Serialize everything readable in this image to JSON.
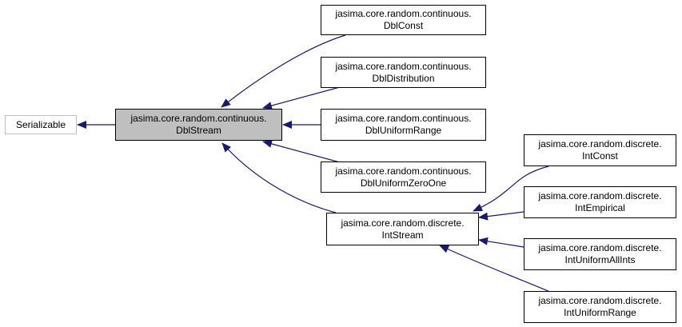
{
  "colors": {
    "edge": "#191970",
    "focus_fill": "#bfbfbf",
    "node_border": "#000000",
    "external_border": "#bfbfbf"
  },
  "nodes": {
    "serializable": {
      "line1": "Serializable",
      "line2": ""
    },
    "dblstream": {
      "line1": "jasima.core.random.continuous.",
      "line2": "DblStream"
    },
    "dblconst": {
      "line1": "jasima.core.random.continuous.",
      "line2": "DblConst"
    },
    "dbldistribution": {
      "line1": "jasima.core.random.continuous.",
      "line2": "DblDistribution"
    },
    "dbluniformrange": {
      "line1": "jasima.core.random.continuous.",
      "line2": "DblUniformRange"
    },
    "dbluniformzeroone": {
      "line1": "jasima.core.random.continuous.",
      "line2": "DblUniformZeroOne"
    },
    "intstream": {
      "line1": "jasima.core.random.discrete.",
      "line2": "IntStream"
    },
    "intconst": {
      "line1": "jasima.core.random.discrete.",
      "line2": "IntConst"
    },
    "intempirical": {
      "line1": "jasima.core.random.discrete.",
      "line2": "IntEmpirical"
    },
    "intuniformallints": {
      "line1": "jasima.core.random.discrete.",
      "line2": "IntUniformAllInts"
    },
    "intuniformrange": {
      "line1": "jasima.core.random.discrete.",
      "line2": "IntUniformRange"
    }
  },
  "edges": [
    {
      "from": "dblstream",
      "to": "serializable"
    },
    {
      "from": "dblconst",
      "to": "dblstream"
    },
    {
      "from": "dbldistribution",
      "to": "dblstream"
    },
    {
      "from": "dbluniformrange",
      "to": "dblstream"
    },
    {
      "from": "dbluniformzeroone",
      "to": "dblstream"
    },
    {
      "from": "intstream",
      "to": "dblstream"
    },
    {
      "from": "intconst",
      "to": "intstream"
    },
    {
      "from": "intempirical",
      "to": "intstream"
    },
    {
      "from": "intuniformallints",
      "to": "intstream"
    },
    {
      "from": "intuniformrange",
      "to": "intstream"
    }
  ]
}
